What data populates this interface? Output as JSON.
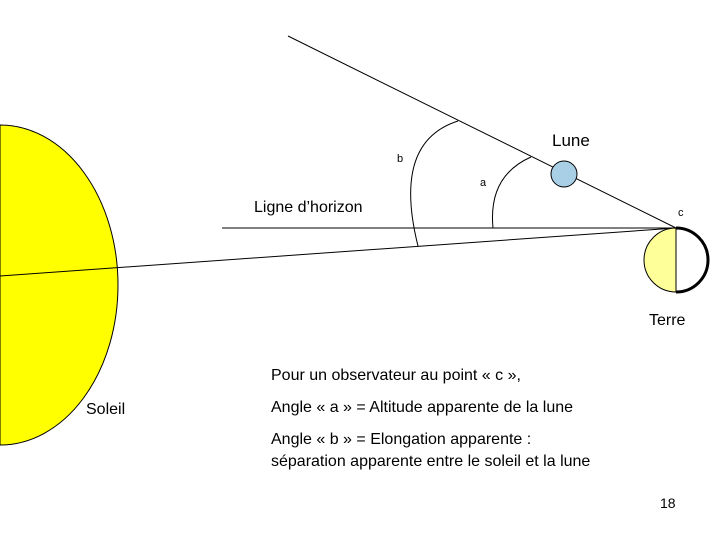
{
  "labels": {
    "moon": "Lune",
    "earth": "Terre",
    "sun": "Soleil",
    "horizon": "Ligne d’horizon",
    "angle_a": "a",
    "angle_b": "b",
    "point_c": "c"
  },
  "caption": {
    "line1": "Pour un observateur au point « c »,",
    "line2": "Angle « a » = Altitude apparente de la lune",
    "line3": "Angle « b » = Elongation apparente :",
    "line4": "séparation apparente entre le soleil et la lune"
  },
  "page_number": "18",
  "colors": {
    "sun_fill": "#ffff00",
    "earth_fill": "#ffff99",
    "moon_fill": "#a9cfe6",
    "line": "#000000"
  }
}
